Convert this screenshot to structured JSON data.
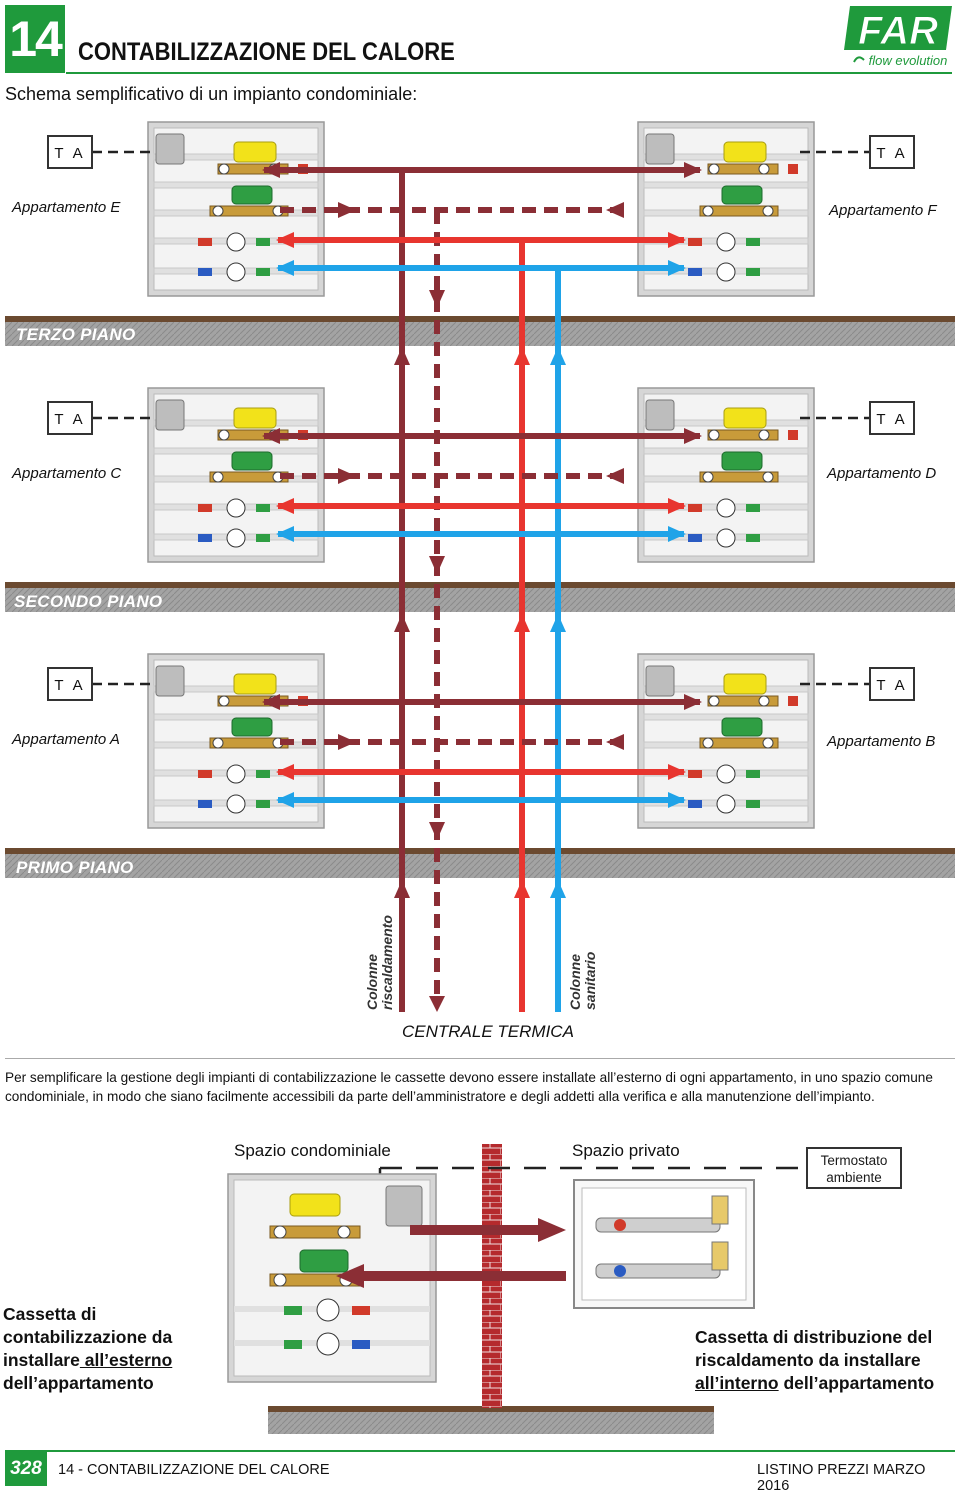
{
  "header": {
    "chapter_number": "14",
    "chapter_title": "CONTABILIZZAZIONE DEL CALORE",
    "subtitle": "Schema semplificativo di un impianto condominiale:",
    "logo_text": "FAR",
    "logo_tagline": "flow evolution"
  },
  "schema": {
    "thermostat_label": "T A",
    "apartments": {
      "E": "Appartamento E",
      "F": "Appartamento F",
      "C": "Appartamento C",
      "D": "Appartamento D",
      "A": "Appartamento A",
      "B": "Appartamento B"
    },
    "floors": [
      "TERZO PIANO",
      "SECONDO PIANO",
      "PRIMO PIANO"
    ],
    "column_heating_line1": "Colonne",
    "column_heating_line2": "riscaldamento",
    "column_sanitary_line1": "Colonne",
    "column_sanitary_line2": "sanitario",
    "central_plant": "CENTRALE TERMICA"
  },
  "description": "Per semplificare la gestione degli impianti di contabilizzazione le cassette devono essere installate all’esterno di ogni appartamento, in uno spazio comune condominiale, in modo che siano facilmente accessibili da parte dell’amministratore e degli addetti alla verifica e alla manutenzione dell’impianto.",
  "detail": {
    "space_common": "Spazio condominiale",
    "space_private": "Spazio privato",
    "thermostat_line1": "Termostato",
    "thermostat_line2": "ambiente",
    "left_caption_1": "Cassetta di",
    "left_caption_2": "contabilizzazione da",
    "left_caption_3a": "installare",
    "left_caption_3b": " all’esterno",
    "left_caption_4": "dell’appartamento",
    "right_caption_1": "Cassetta di distribuzione del",
    "right_caption_2": "riscaldamento da installare",
    "right_caption_3a": "all’interno",
    "right_caption_3b": " dell’appartamento"
  },
  "footer": {
    "page_number": "328",
    "section": "14 - CONTABILIZZAZIONE DEL CALORE",
    "catalog": "LISTINO PREZZI MARZO 2016"
  },
  "colors": {
    "brand_green": "#1f9a3c",
    "heating_dark": "#8b2e35",
    "hot_red": "#e8352f",
    "cold_blue": "#1fa3e8",
    "floor_gray": "#9a9a9a",
    "floor_brown": "#6b4a30"
  }
}
